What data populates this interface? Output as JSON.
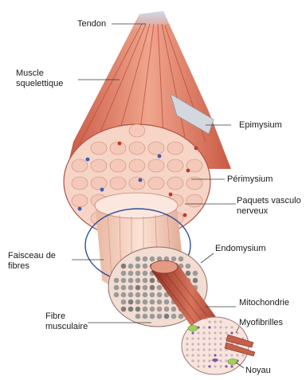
{
  "labels": {
    "tendon": "Tendon",
    "muscle_line1": "Muscle",
    "muscle_line2": "squelettique",
    "epimysium": "Epimysium",
    "perimysium": "Périmysium",
    "paquets_line1": "Paquets vasculo",
    "paquets_line2": "nerveux",
    "faisceau_line1": "Faisceau de",
    "faisceau_line2": "fibres",
    "endomysium": "Endomysium",
    "mitochondrie": "Mitochondrie",
    "fibre_line1": "Fibre",
    "fibre_line2": "musculaire",
    "myofibrilles": "Myofibrilles",
    "noyau": "Noyau"
  },
  "colors": {
    "muscle_red": "#d9745f",
    "muscle_light": "#f2b4a0",
    "tendon_blue": "#b9cde6",
    "fascicle_fill": "#f4c9b9",
    "section_bg": "#f8e3da",
    "vessel_red": "#c0392b",
    "vessel_blue": "#3b5bb5",
    "fiber_grey": "#9a9a9a",
    "nucleus_green": "#9fd15a",
    "epimysium_grey": "#c7ccd4"
  }
}
